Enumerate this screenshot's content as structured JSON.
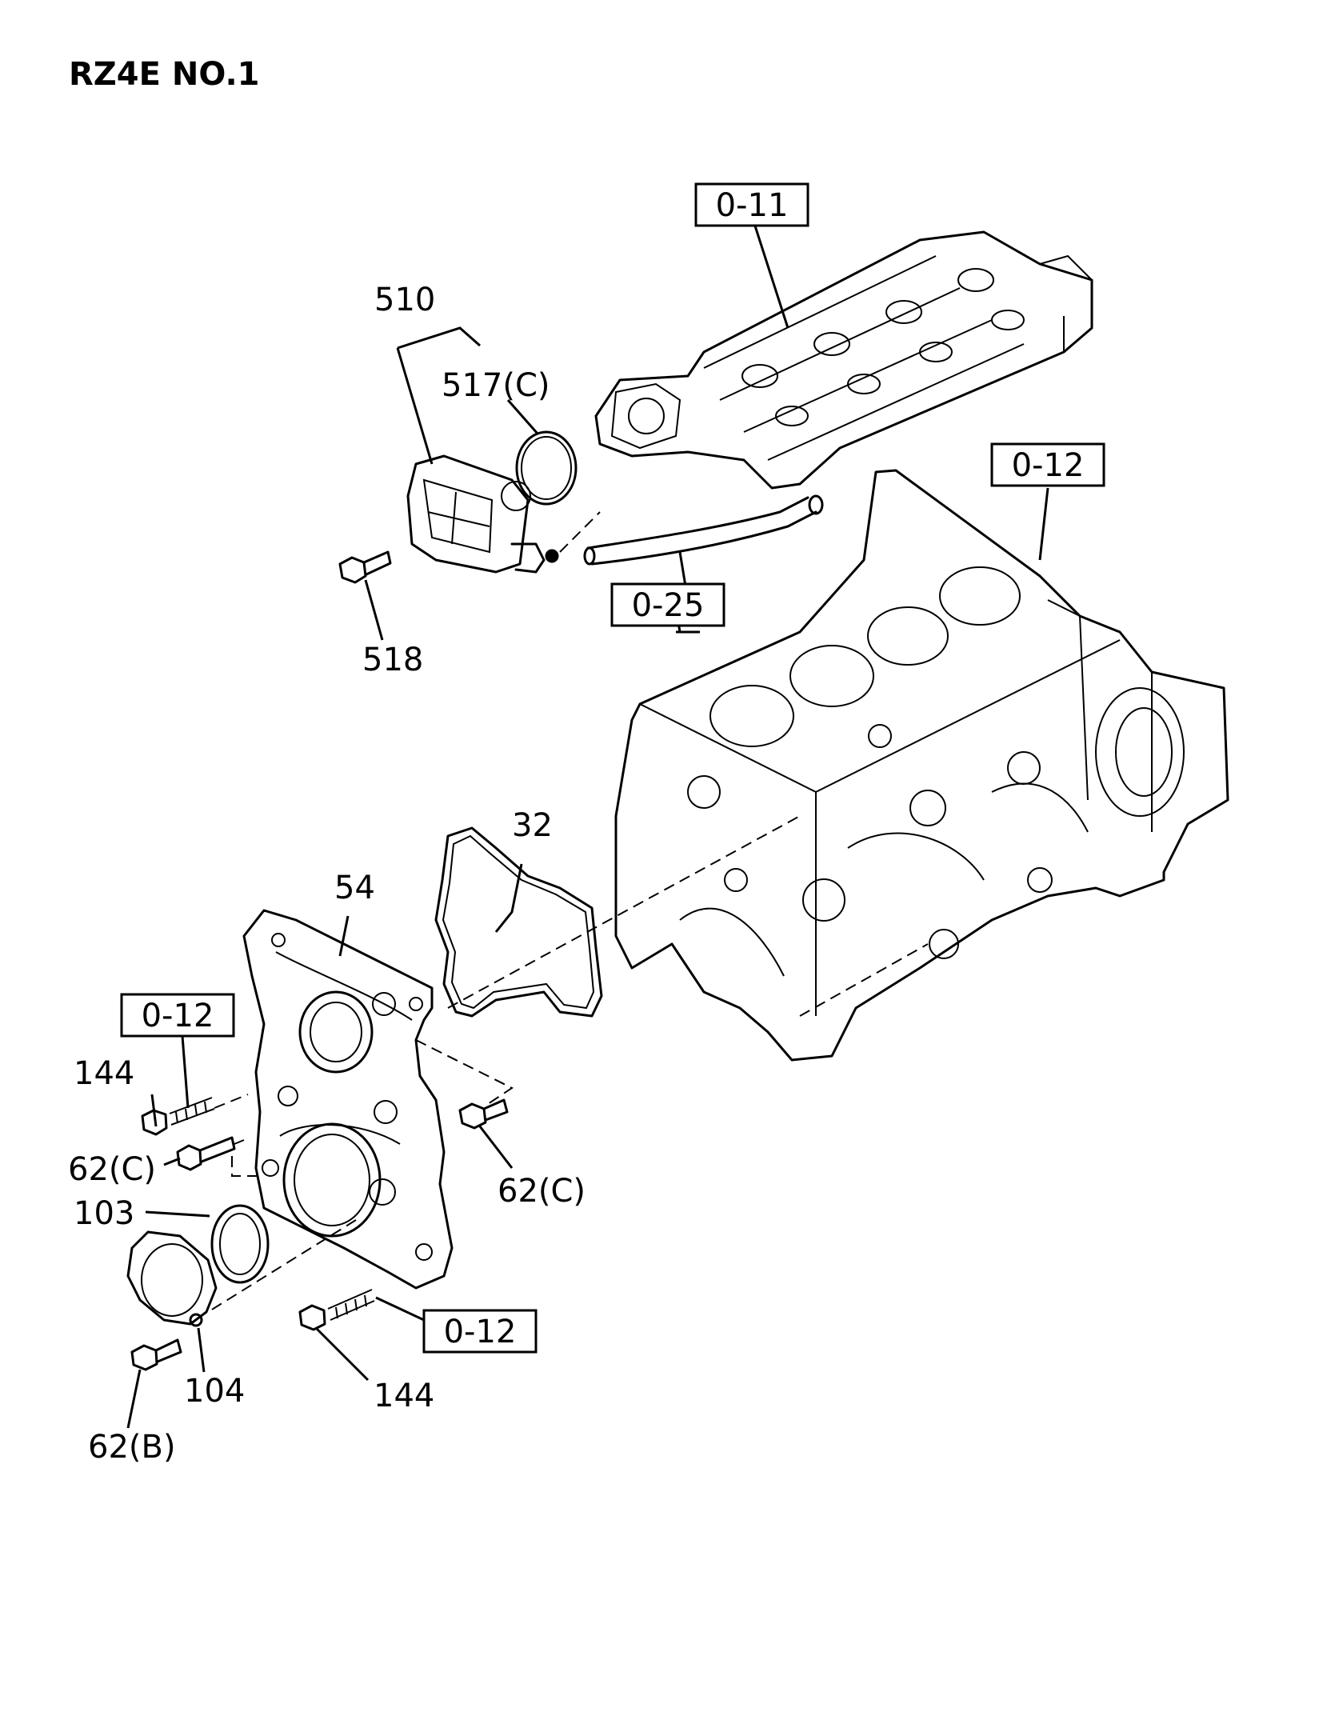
{
  "title": "RZ4E NO.1",
  "callouts": {
    "c510": "510",
    "c517c": "517(C)",
    "c518": "518",
    "c32": "32",
    "c54": "54",
    "c144_top": "144",
    "c62c_left": "62(C)",
    "c62c_right": "62(C)",
    "c103": "103",
    "c104": "104",
    "c144_bottom": "144",
    "c62b": "62(B)"
  },
  "references": {
    "ref_011": "0-11",
    "ref_012_block": "0-12",
    "ref_025": "0-25",
    "ref_012_left": "0-12",
    "ref_012_bottom": "0-12"
  },
  "components": [
    "cylinder-head",
    "cylinder-block",
    "vacuum-pump",
    "o-ring",
    "vacuum-hose",
    "timing-case",
    "timing-case-gasket",
    "oil-seal",
    "seal-retainer",
    "bolt",
    "nut",
    "stud"
  ]
}
